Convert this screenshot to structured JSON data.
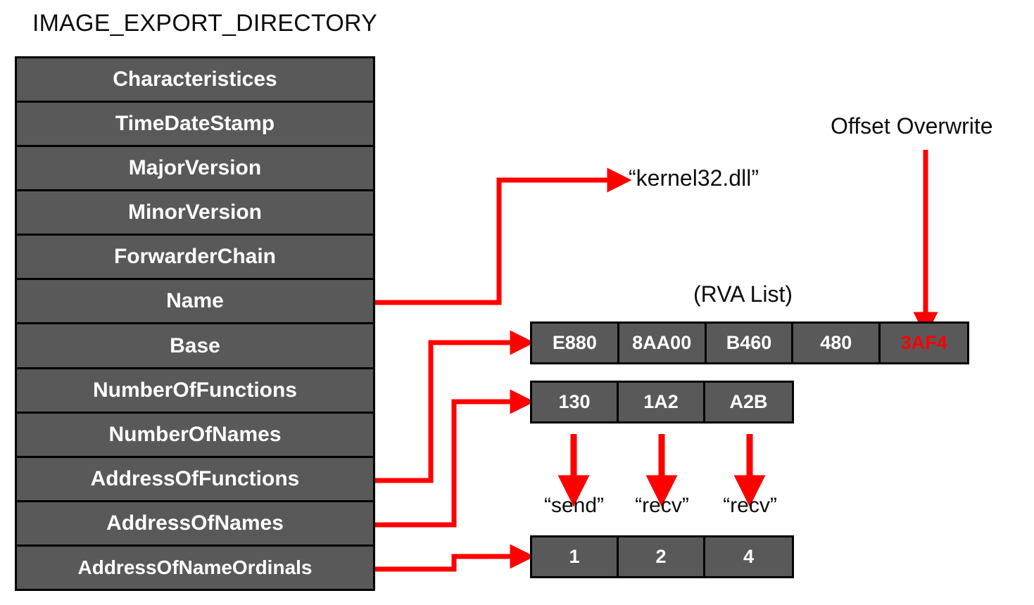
{
  "title": "IMAGE_EXPORT_DIRECTORY",
  "colors": {
    "cell_fill": "#595959",
    "cell_border": "#000000",
    "cell_text": "#ffffff",
    "accent_red": "#ff0000",
    "label_text": "#0d0d0d",
    "background": "#ffffff"
  },
  "struct_table": {
    "fields": [
      {
        "name": "Characteristices"
      },
      {
        "name": "TimeDateStamp"
      },
      {
        "name": "MajorVersion"
      },
      {
        "name": "MinorVersion"
      },
      {
        "name": "ForwarderChain"
      },
      {
        "name": "Name"
      },
      {
        "name": "Base"
      },
      {
        "name": "NumberOfFunctions"
      },
      {
        "name": "NumberOfNames"
      },
      {
        "name": "AddressOfFunctions"
      },
      {
        "name": "AddressOfNames"
      },
      {
        "name": "AddressOfNameOrdinals"
      }
    ]
  },
  "labels": {
    "kernel32": "“kernel32.dll”",
    "offset_overwrite": "Offset Overwrite",
    "rva_list": "(RVA List)"
  },
  "rva_row": {
    "cells": [
      {
        "value": "E880",
        "highlight": false
      },
      {
        "value": "8AA00",
        "highlight": false
      },
      {
        "value": "B460",
        "highlight": false
      },
      {
        "value": "480",
        "highlight": false
      },
      {
        "value": "3AF4",
        "highlight": true
      }
    ]
  },
  "names_row": {
    "cells": [
      {
        "value": "130"
      },
      {
        "value": "1A2"
      },
      {
        "value": "A2B"
      }
    ]
  },
  "function_names": [
    {
      "value": "“send”"
    },
    {
      "value": "“recv”"
    },
    {
      "value": "“recv”"
    }
  ],
  "ordinals_row": {
    "cells": [
      {
        "value": "1"
      },
      {
        "value": "2"
      },
      {
        "value": "4"
      }
    ]
  }
}
